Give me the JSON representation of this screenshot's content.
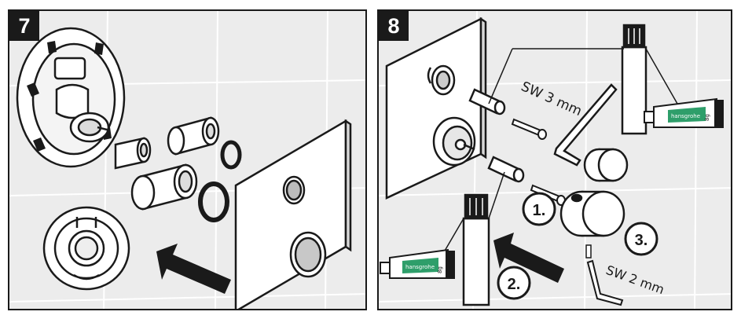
{
  "steps": [
    {
      "number": "7"
    },
    {
      "number": "8",
      "tube_brand": "hansgrohe",
      "tube_size": "8g",
      "wrench_large_label": "SW 3 mm",
      "wrench_small_label": "SW 2 mm",
      "callouts": [
        "1.",
        "2.",
        "3."
      ]
    }
  ],
  "colors": {
    "outline": "#1a1a1a",
    "tile": "#ececec",
    "grout": "#ffffff",
    "tube_band": "#2e9e6a"
  }
}
